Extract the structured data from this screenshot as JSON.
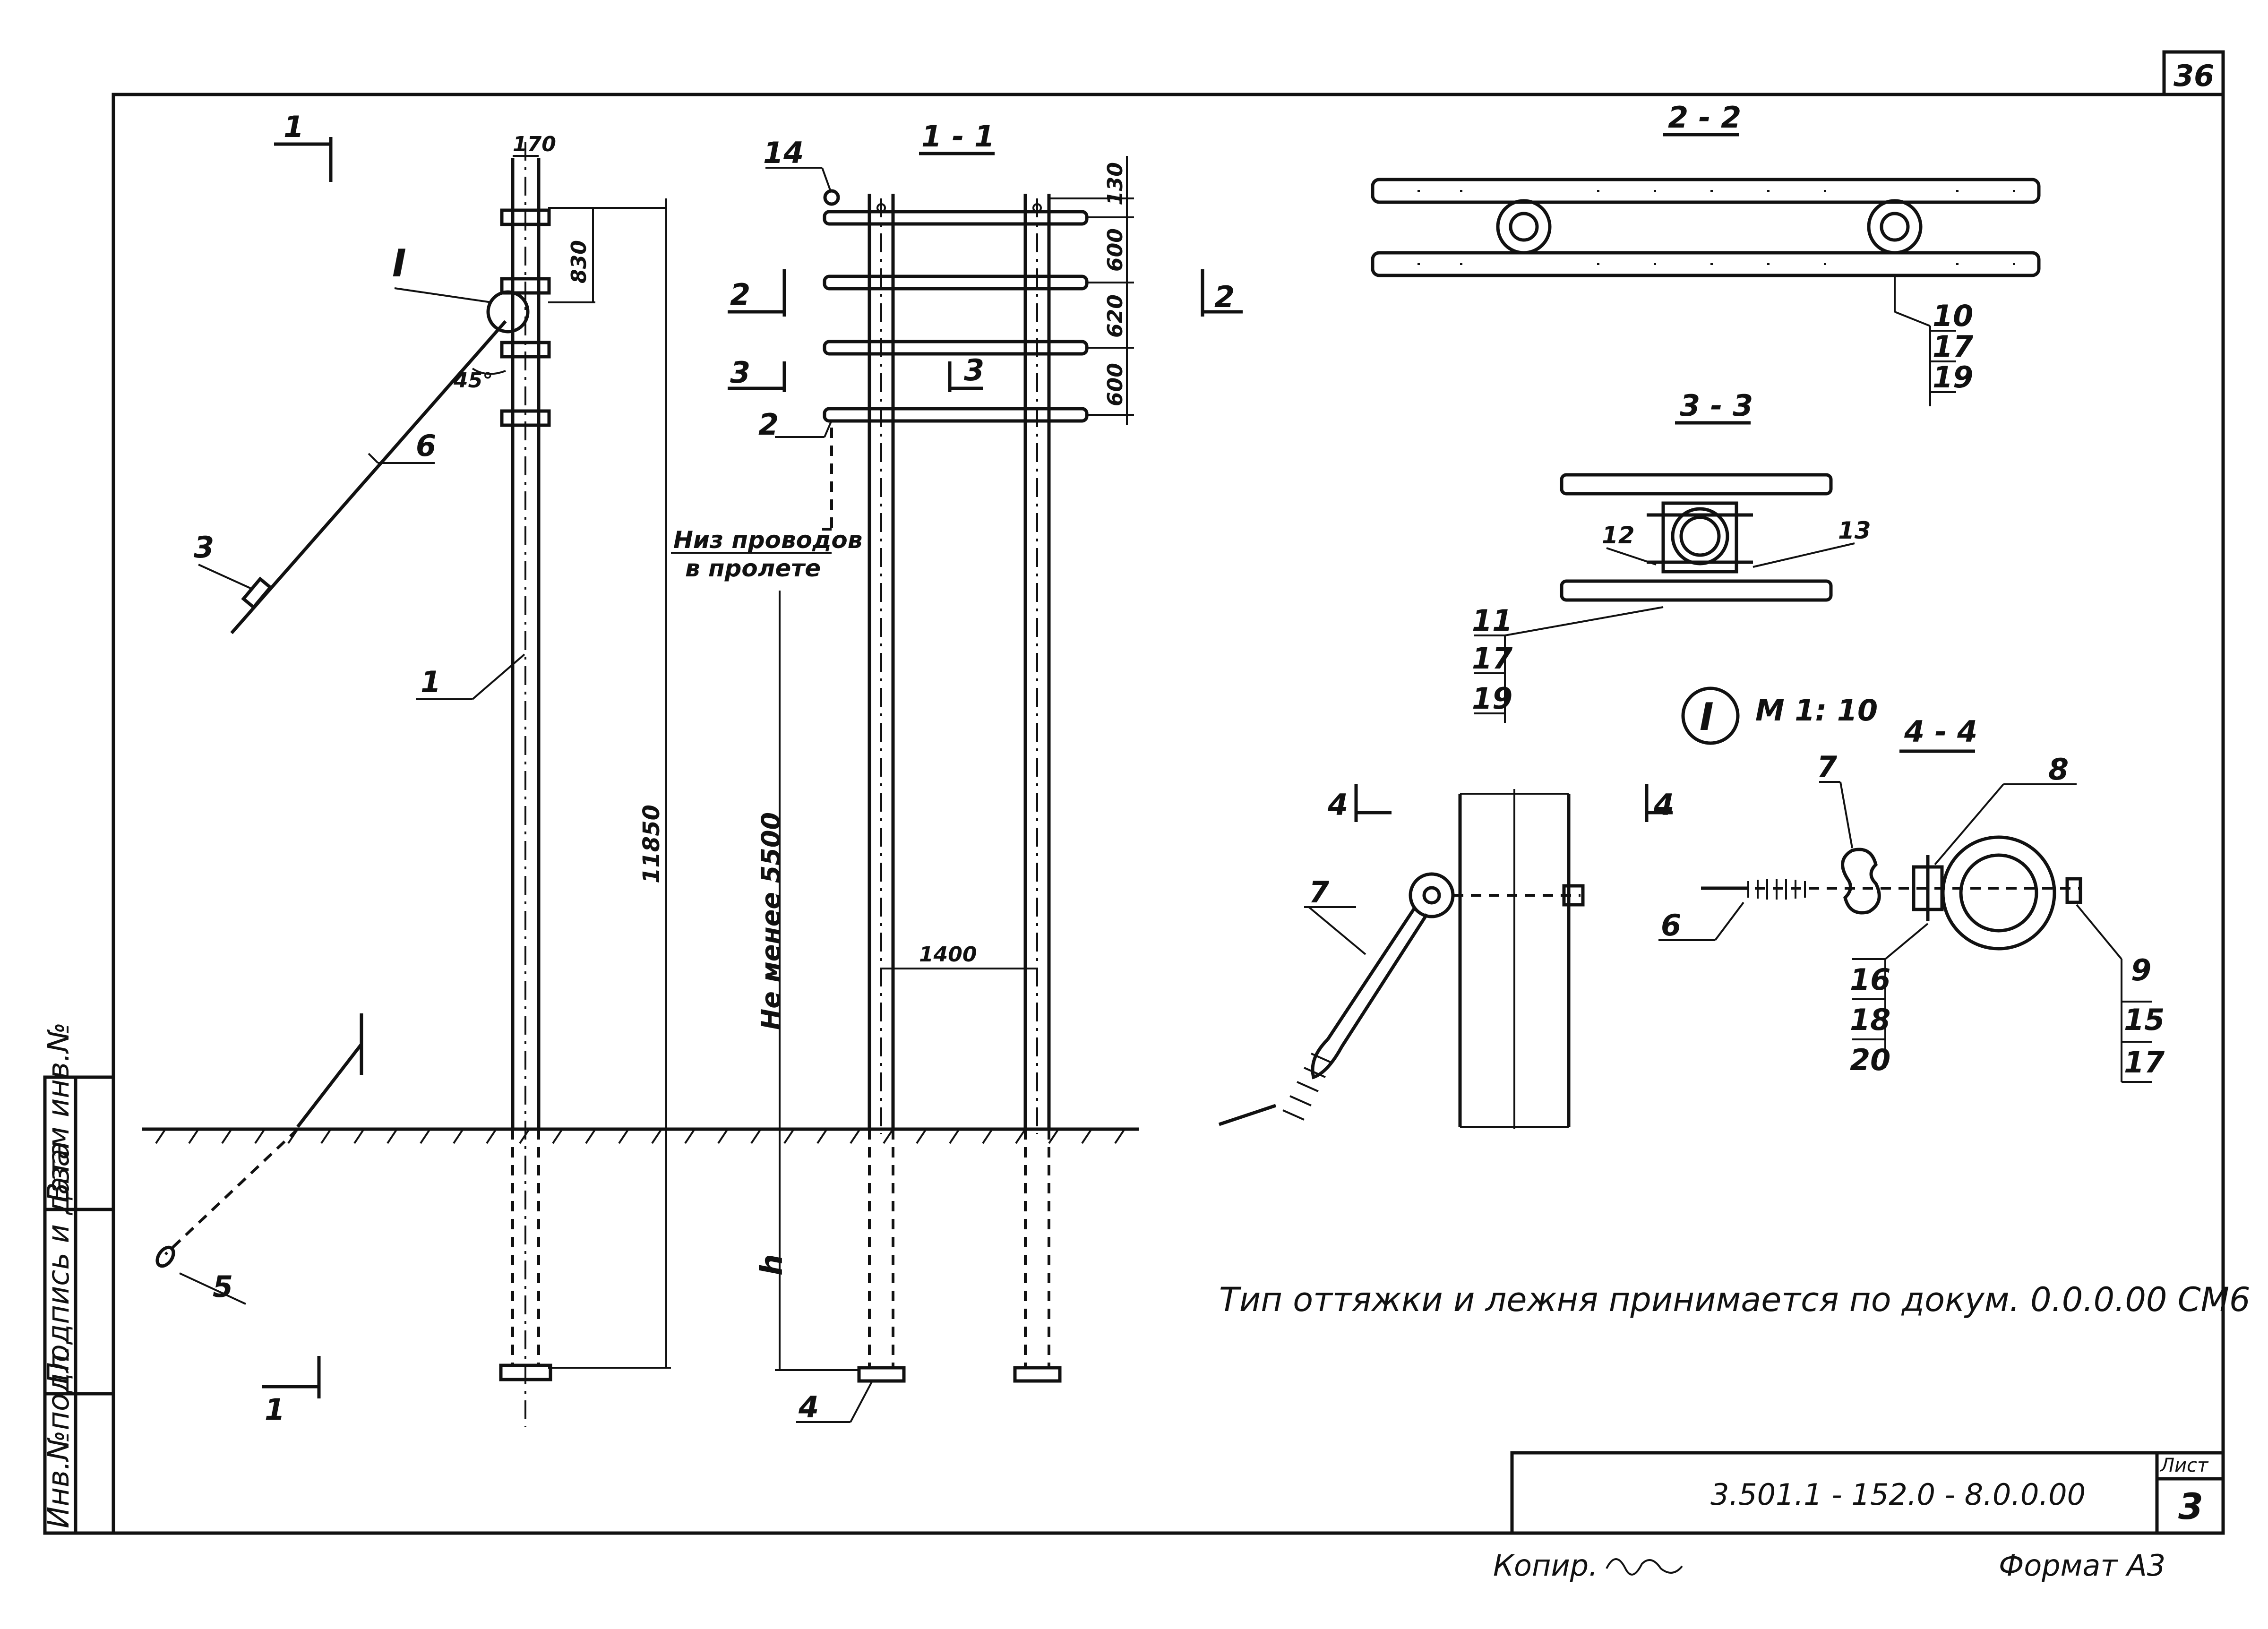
{
  "sheet": {
    "corner_number": "36",
    "sheet_label": "Лист",
    "sheet_number": "3",
    "designation": "3.501.1 - 152.0 - 8.0.0.00",
    "copied_by": "Копир.",
    "format": "Формат А3"
  },
  "side_stamp": [
    "Инв.№подл.",
    "Подпись и дата",
    "Взам инв.№"
  ],
  "section_titles": {
    "s11": "1 - 1",
    "s22": "2 - 2",
    "s33": "3 - 3",
    "s44": "4 - 4"
  },
  "section_marks": {
    "one": "1",
    "two": "2",
    "three": "3",
    "four": "4"
  },
  "detail": {
    "mark": "I",
    "scale": "М 1: 10"
  },
  "dimensions": {
    "top_width": "170",
    "d830": "830",
    "d130": "130",
    "d600a": "600",
    "d620": "620",
    "d600b": "600",
    "height": "11850",
    "clearance": "Не менее 5500",
    "base": "1400",
    "angle": "45°",
    "depth": "h"
  },
  "wire_note": [
    "Низ проводов",
    "в пролете"
  ],
  "parts": [
    "1",
    "2",
    "3",
    "4",
    "5",
    "6",
    "7",
    "8",
    "9",
    "10",
    "11",
    "12",
    "13",
    "14",
    "15",
    "16",
    "17",
    "18",
    "19",
    "20"
  ],
  "note": "Тип оттяжки и лежня принимается по докум. 0.0.0.00 СМ6"
}
